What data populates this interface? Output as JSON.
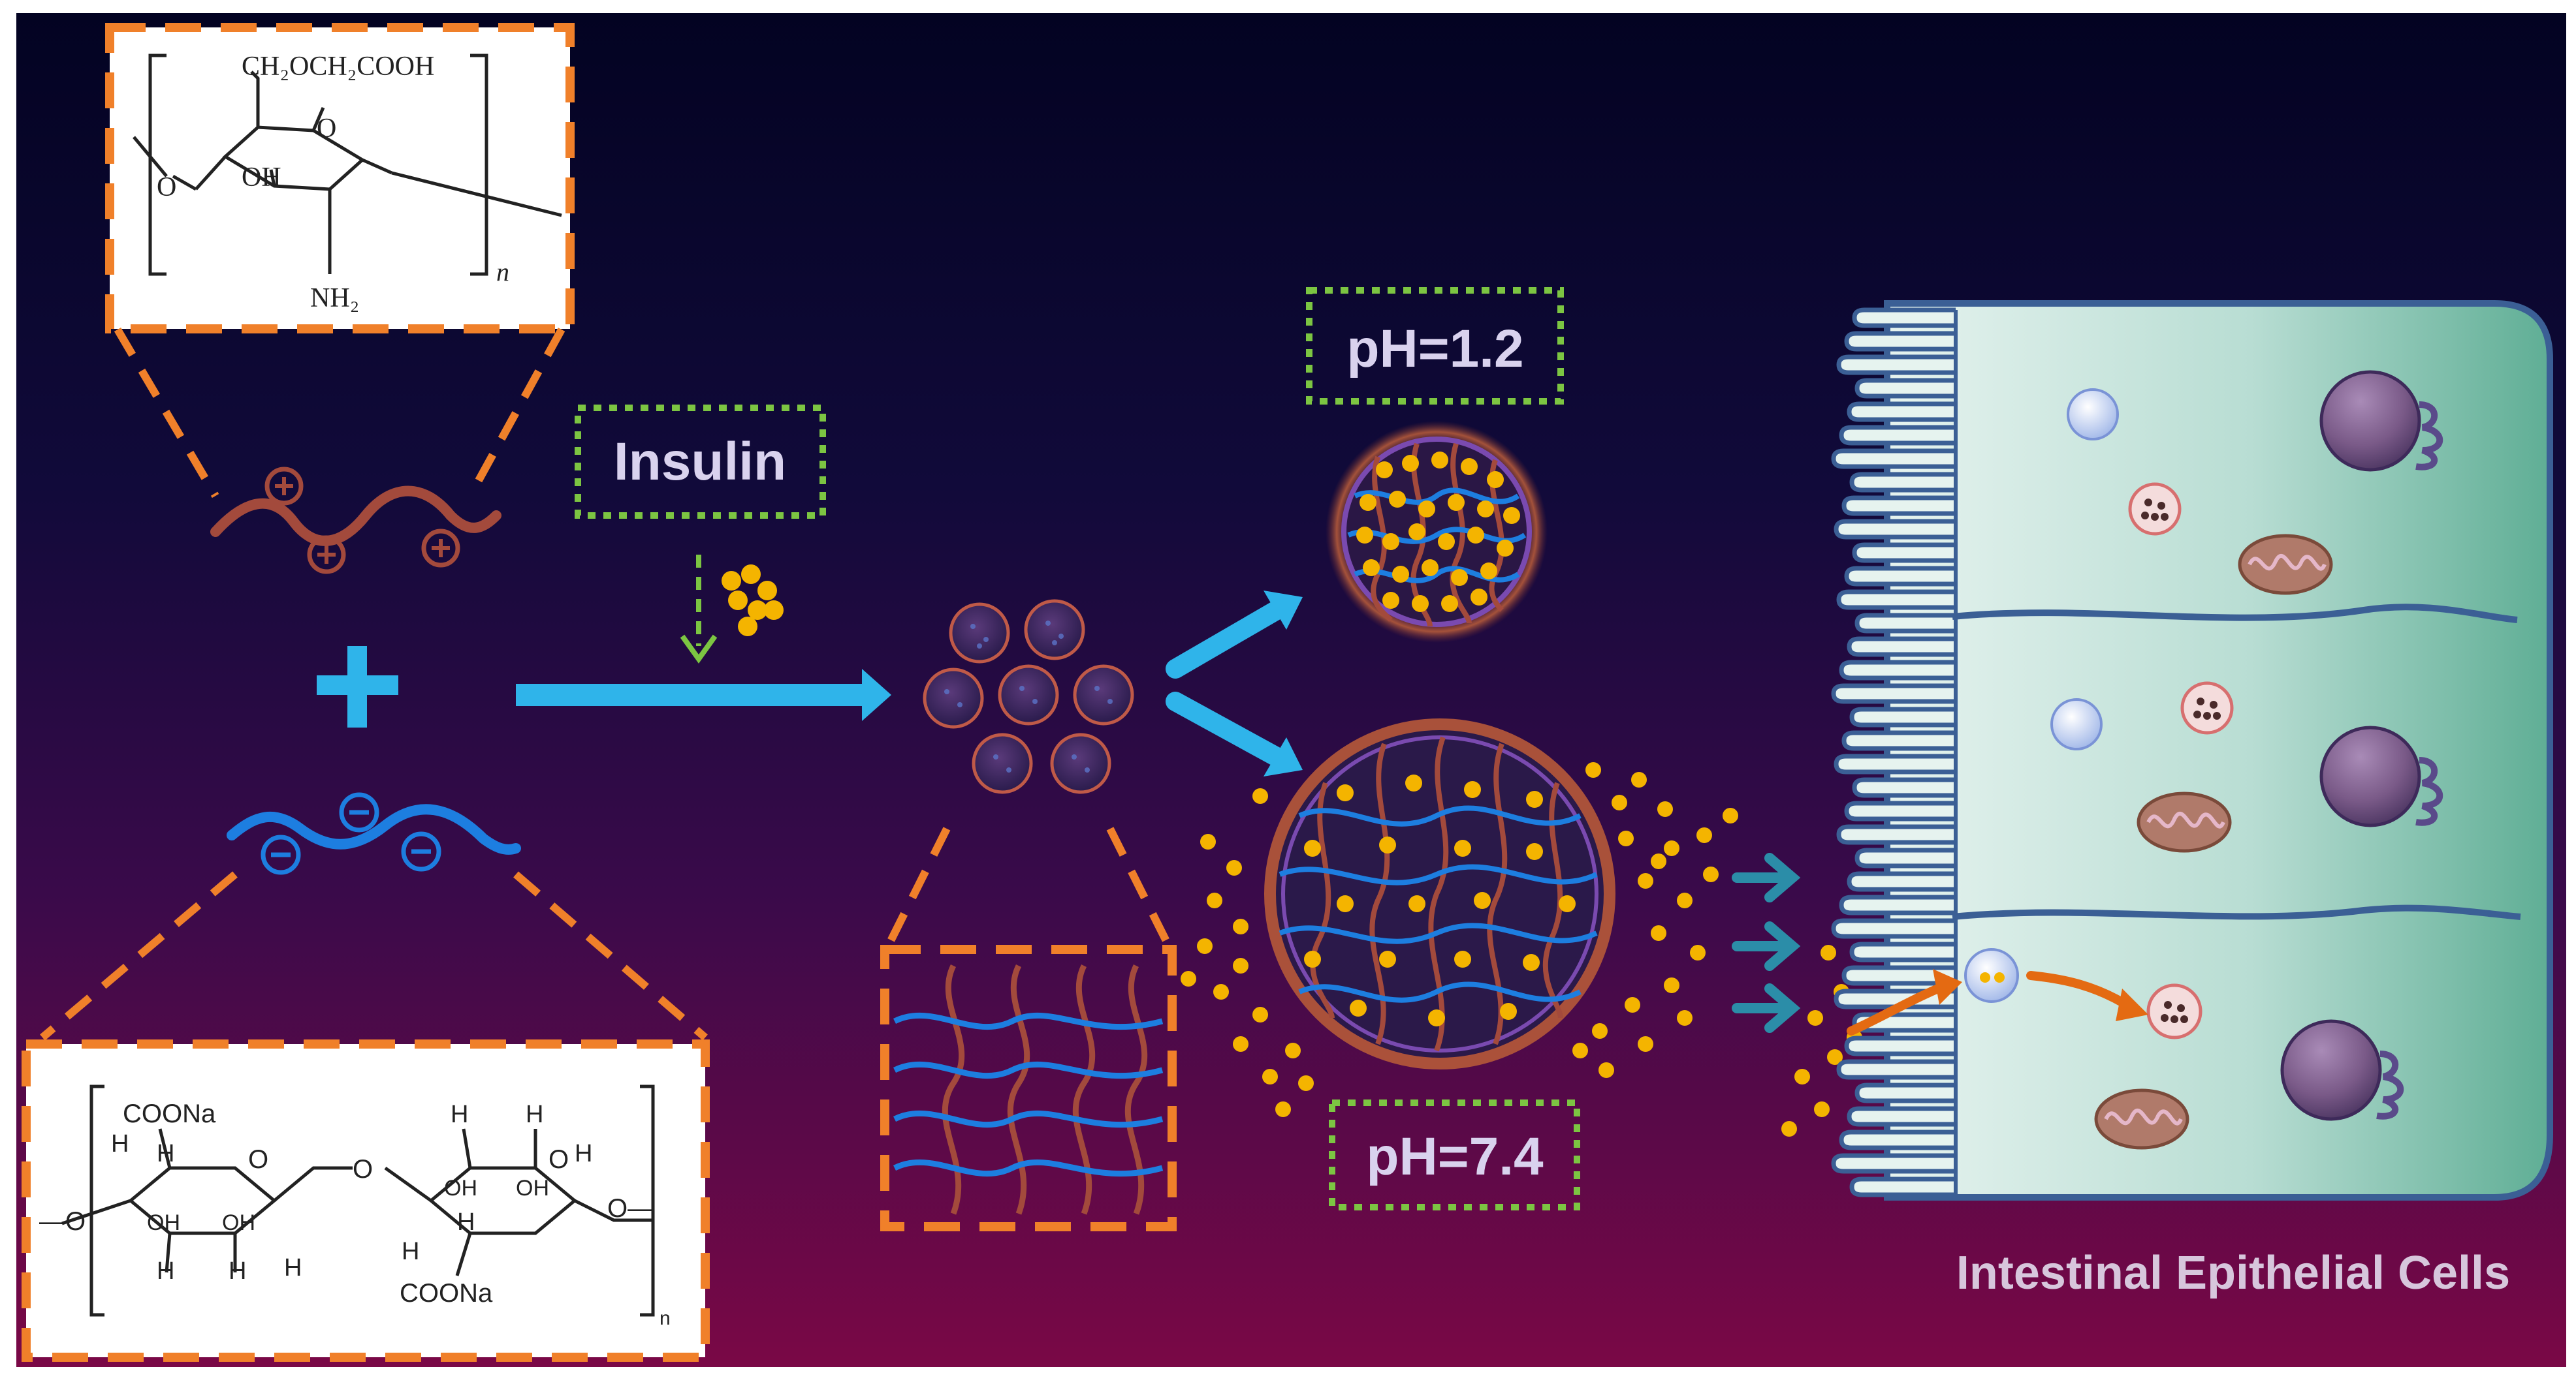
{
  "labels": {
    "insulin": "Insulin",
    "ph_acid": "pH=1.2",
    "ph_neutral": "pH=7.4",
    "cells": "Intestinal Epithelial Cells"
  },
  "chitosan_structure": {
    "side_chain": "CH₂OCH₂COOH",
    "ring_o": "O",
    "hydroxyl": "OH",
    "bridge_o": "O",
    "amine": "NH₂",
    "repeat": "n"
  },
  "alginate_structure": {
    "carboxylate_1": "COONa",
    "carboxylate_2": "COONa",
    "oh_1": "OH",
    "oh_2": "OH",
    "oh_3": "OH",
    "oh_4": "OH",
    "bridge_o": "O",
    "ring_o_1": "O",
    "ring_o_2": "O",
    "end_o_left": "—O",
    "end_o_right": "O—",
    "h": "H",
    "repeat": "n"
  },
  "charges": {
    "positive": "+",
    "negative": "−"
  },
  "colors": {
    "background_top": "#030322",
    "background_mid": "#2a0a48",
    "background_bottom": "#7a0846",
    "frame_orange": "#f0802a",
    "label_box_green": "#7cc542",
    "chitosan_chain": "#a34a3c",
    "alginate_chain": "#1d7ee0",
    "insulin_dots": "#f4b400",
    "arrow_blue": "#2fb4ea",
    "cell_body": "#b8ddd3",
    "cell_edge": "#3b5f95",
    "transport_arrow": "#e46a12"
  }
}
